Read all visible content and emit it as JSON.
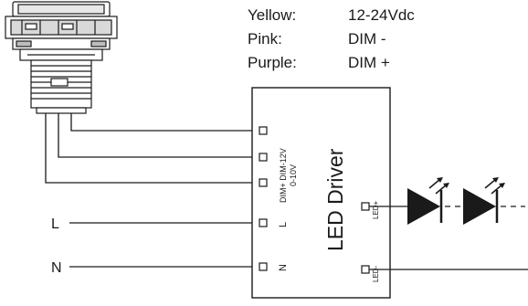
{
  "legend": {
    "rows": [
      {
        "wire": "Yellow:",
        "function": "12-24Vdc"
      },
      {
        "wire": "Pink:",
        "function": "DIM -"
      },
      {
        "wire": "Purple:",
        "function": "DIM +"
      }
    ]
  },
  "driver": {
    "title": "LED Driver",
    "dim_label_top": "DIM+ DIM-12V",
    "dim_label_bottom": "0-10V",
    "terminal_l": "L",
    "terminal_n": "N",
    "led_plus": "LED+",
    "led_minus": "LED-"
  },
  "mains": {
    "l_label": "L",
    "n_label": "N"
  },
  "colors": {
    "line": "#1a1a1a",
    "background": "#ffffff"
  }
}
